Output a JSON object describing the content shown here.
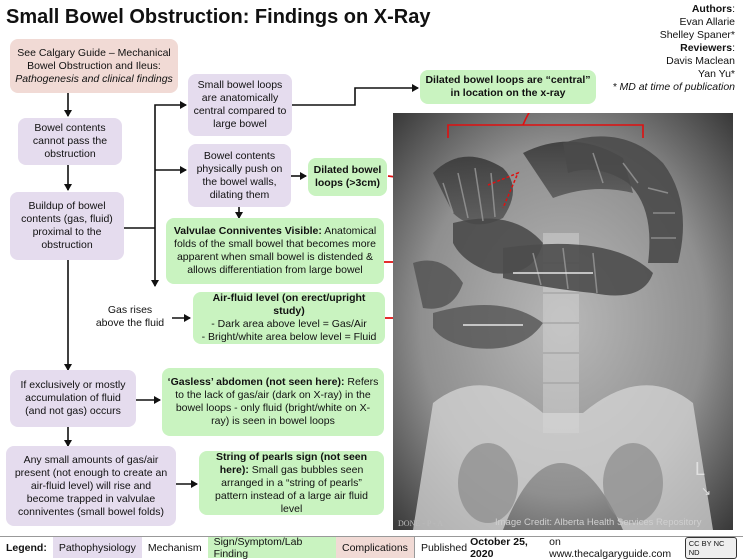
{
  "title": "Small Bowel Obstruction: Findings on X-Ray",
  "authors": {
    "authors_label": "Authors",
    "author1": "Evan Allarie",
    "author2": "Shelley Spaner*",
    "reviewers_label": "Reviewers",
    "reviewer1": "Davis Maclean",
    "reviewer2": "Yan Yu*",
    "note": "* MD at time of publication"
  },
  "boxes": {
    "calgary_ref_line1": "See Calgary Guide – Mechanical Bowel Obstruction and Ileus:",
    "calgary_ref_line2": "Pathogenesis and clinical findings",
    "contents_cannot_pass": "Bowel contents cannot pass the obstruction",
    "buildup": "Buildup of bowel contents (gas, fluid) proximal to the obstruction",
    "gas_rises": "Gas rises above the fluid",
    "exclusively_fluid": "If exclusively or mostly accumulation of fluid (and not gas) occurs",
    "small_gas": "Any small amounts of gas/air present (not enough to create an air-fluid level) will rise and become trapped in valvulae conniventes (small bowel folds)",
    "central_loops": "Small bowel loops are anatomically central compared to large bowel",
    "push_walls": "Bowel contents physically push on the bowel walls, dilating them",
    "dilated_loops": "Dilated bowel loops (>3cm)",
    "valvulae_bold": "Valvulae Conniventes Visible:",
    "valvulae_text": " Anatomical folds of the small bowel that becomes more apparent when small bowel is distended & allows differentiation from large bowel",
    "airfluid_bold": "Air-fluid level (on erect/upright study)",
    "airfluid_line1": "- Dark area above level = Gas/Air",
    "airfluid_line2": "- Bright/white area below level = Fluid",
    "gasless_bold": "‘Gasless’ abdomen (not seen here):",
    "gasless_text": " Refers to the lack of gas/air (dark on X-ray) in the bowel loops - only fluid (bright/white on X-ray) is seen in bowel loops",
    "pearls_bold": "String of pearls sign (not seen here):",
    "pearls_text": " Small gas bubbles seen arranged in a “string of pearls” pattern instead of a large air fluid level",
    "central_finding": "Dilated bowel loops are “central” in location on the x-ray"
  },
  "xray": {
    "credit": "Image Credit: Alberta Health Services Repository",
    "marker": "DONE - P - A"
  },
  "legend": {
    "label": "Legend:",
    "items": [
      "Pathophysiology",
      "Mechanism",
      "Sign/Symptom/Lab Finding",
      "Complications"
    ],
    "published_prefix": "Published ",
    "published_date": "October 25, 2020",
    "published_suffix": " on www.thecalgaryguide.com",
    "license": "CC BY NC ND"
  },
  "colors": {
    "pathophysiology": "#e5dcee",
    "reference": "#f1dad5",
    "sign": "#c9f3c0",
    "arrow_red": "#e01010"
  }
}
